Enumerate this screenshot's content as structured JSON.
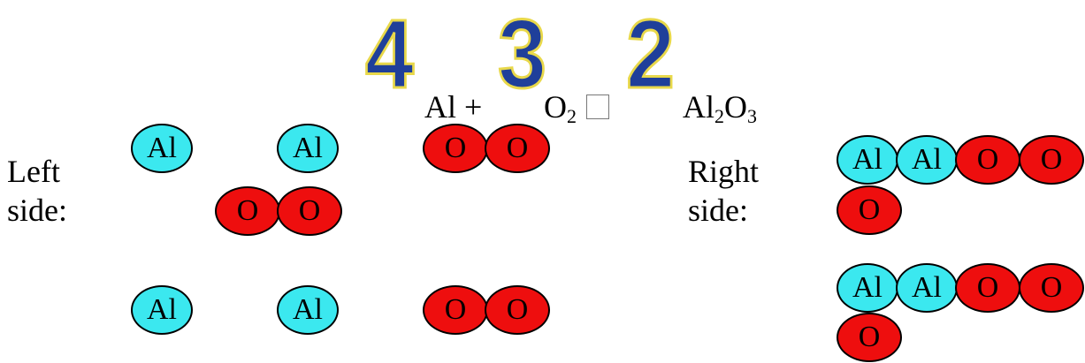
{
  "coefficients": {
    "al": "4",
    "o2": "3",
    "product": "2"
  },
  "equation": {
    "al": "Al",
    "plus": "+",
    "o2_symbol": "O",
    "o2_sub": "2",
    "al2o3_al": "Al",
    "al2o3_al_sub": "2",
    "al2o3_o": "O",
    "al2o3_o_sub": "3"
  },
  "labels": {
    "left_1": "Left",
    "left_2": "side:",
    "right_1": "Right",
    "right_2": "side:"
  },
  "atoms": {
    "aluminum": "Al",
    "oxygen": "O"
  },
  "colors": {
    "aluminum": "#3be8ef",
    "oxygen": "#ee0e0e",
    "coefficient": "#1f3f9a",
    "coefficient_outline": "#e8d84a"
  }
}
